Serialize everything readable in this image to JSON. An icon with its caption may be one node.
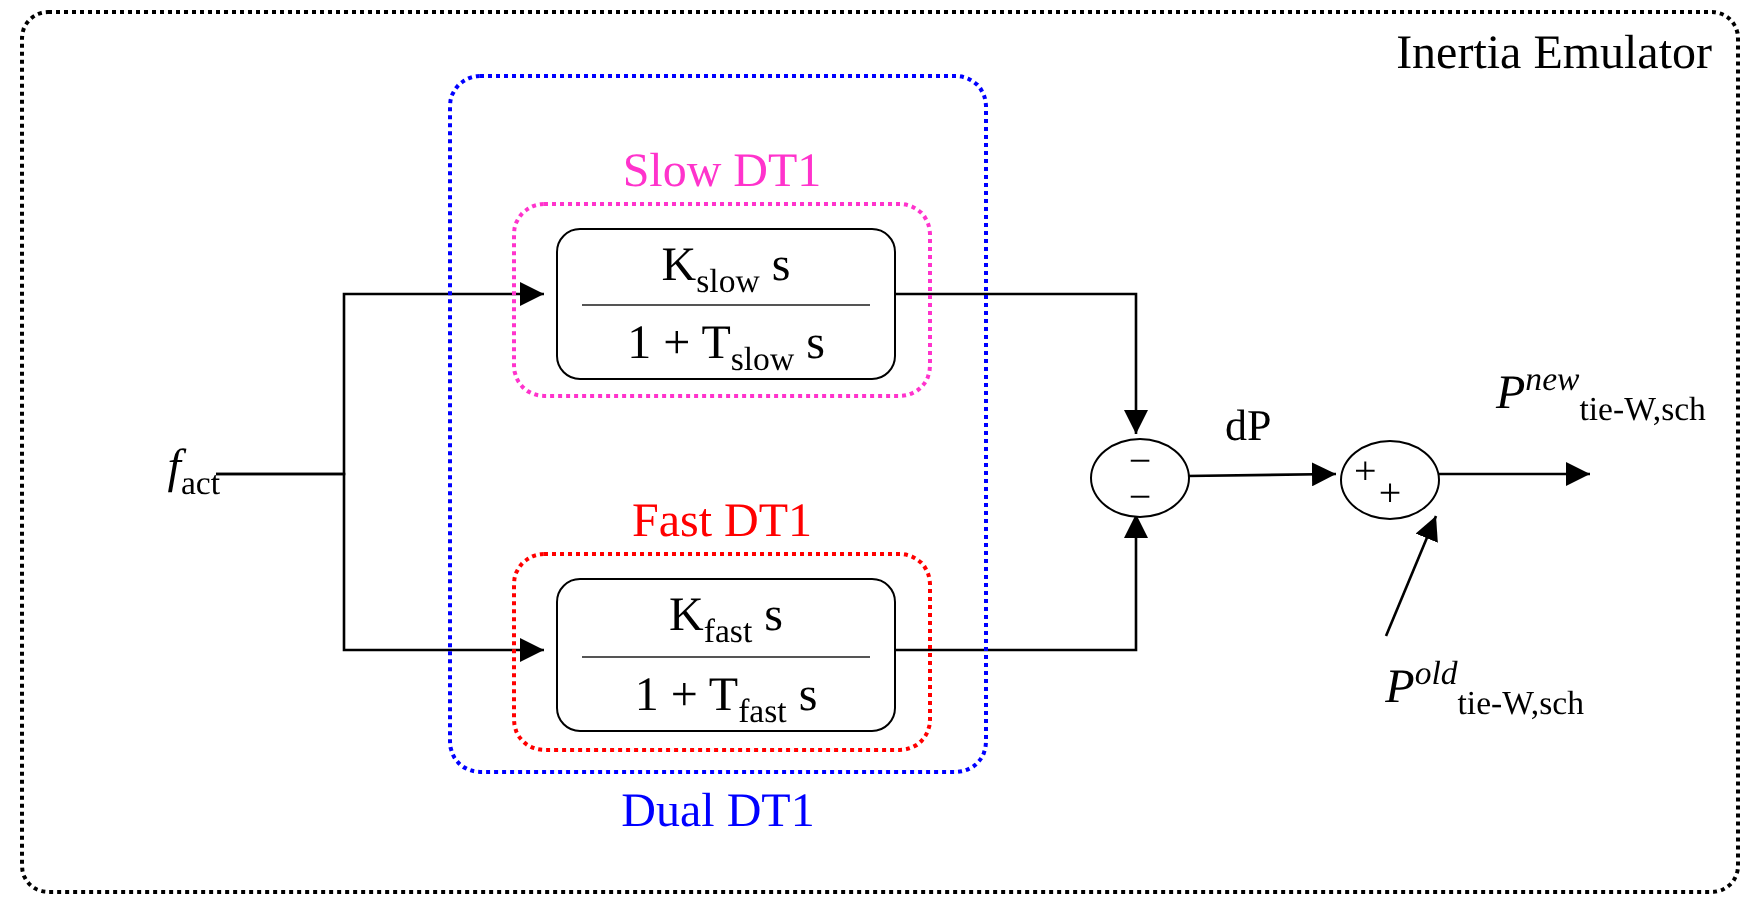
{
  "diagram": {
    "nodes": [
      {
        "text": [
          "Inertia Emulator"
        ]
      },
      {
        "text": [
          "Dual DT1"
        ],
        "in": 0
      },
      {
        "text": [
          "Slow DT1"
        ],
        "in": 1
      },
      {
        "text": [
          "K$_{slow}$ s",
          "1 + T$_{slow}$ s"
        ],
        "in": 2
      },
      {
        "text": [
          "Fast DT1"
        ],
        "in": 1
      },
      {
        "text": [
          "K$_{fast}$ s",
          "1 + T$_{fast}$ s"
        ],
        "in": 4
      },
      {
        "text": [
          "*f*$_{act}$"
        ],
        "in": 0
      },
      {
        "text": [
          "−",
          "−"
        ],
        "in": 0
      },
      {
        "text": [
          "+",
          "+"
        ],
        "in": 0
      },
      {
        "text": [
          "*P*$^{old}$$_{tie-W,sch}$"
        ],
        "in": 0
      }
    ],
    "edges": [
      {
        "from": 6,
        "to": 3,
        "arrow": "to"
      },
      {
        "from": 6,
        "to": 5,
        "arrow": "to"
      },
      {
        "from": 3,
        "to": 7,
        "arrow": "to"
      },
      {
        "from": 5,
        "to": 7,
        "arrow": "to"
      },
      {
        "from": 7,
        "to": 8,
        "arrow": "to",
        "label": "dP"
      },
      {
        "from": 8,
        "to": null,
        "arrow": "to"
      },
      {
        "from": 9,
        "to": 8,
        "arrow": "to"
      }
    ],
    "labels": [
      "*P*$^{new}$$_{tie-W,sch}$"
    ]
  }
}
